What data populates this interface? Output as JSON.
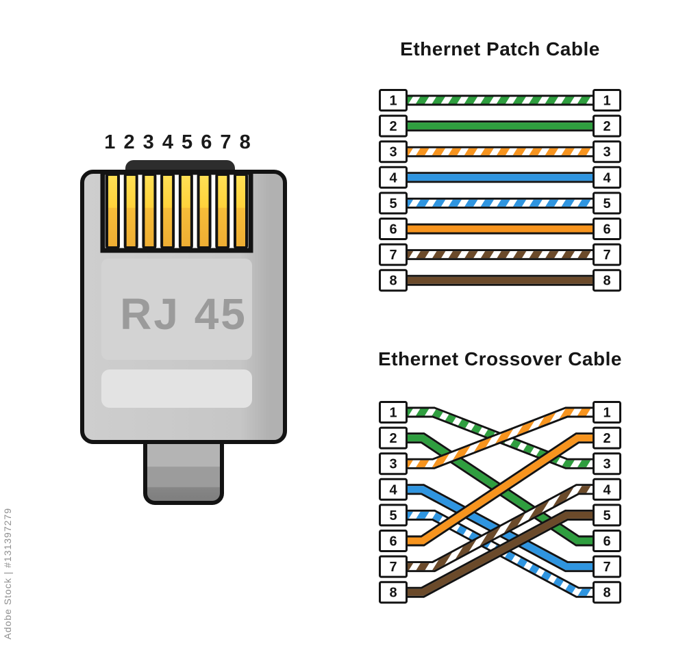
{
  "watermark": {
    "text": "Adobe Stock | #131397279"
  },
  "rj45": {
    "pin_numbers": "1 2 3 4 5 6 7 8",
    "label": "RJ 45"
  },
  "colors": {
    "wire": {
      "green": "#2f9e3f",
      "orange": "#f7941e",
      "blue": "#2f95e0",
      "brown": "#6b4a2a"
    },
    "pin_yellow": "#ffd23b",
    "body_gray": "#c9c9c9",
    "outline": "#131313"
  },
  "patch": {
    "title": "Ethernet Patch Cable",
    "pins": [
      "1",
      "2",
      "3",
      "4",
      "5",
      "6",
      "7",
      "8"
    ],
    "wires": [
      {
        "from": 1,
        "to": 1,
        "color": "green",
        "striped": true
      },
      {
        "from": 2,
        "to": 2,
        "color": "green",
        "striped": false
      },
      {
        "from": 3,
        "to": 3,
        "color": "orange",
        "striped": true
      },
      {
        "from": 4,
        "to": 4,
        "color": "blue",
        "striped": false
      },
      {
        "from": 5,
        "to": 5,
        "color": "blue",
        "striped": true
      },
      {
        "from": 6,
        "to": 6,
        "color": "orange",
        "striped": false
      },
      {
        "from": 7,
        "to": 7,
        "color": "brown",
        "striped": true
      },
      {
        "from": 8,
        "to": 8,
        "color": "brown",
        "striped": false
      }
    ]
  },
  "crossover": {
    "title": "Ethernet Crossover Cable",
    "pins": [
      "1",
      "2",
      "3",
      "4",
      "5",
      "6",
      "7",
      "8"
    ],
    "wires": [
      {
        "from": 1,
        "to": 3,
        "color": "green",
        "striped": true
      },
      {
        "from": 2,
        "to": 6,
        "color": "green",
        "striped": false
      },
      {
        "from": 3,
        "to": 1,
        "color": "orange",
        "striped": true
      },
      {
        "from": 4,
        "to": 7,
        "color": "blue",
        "striped": false
      },
      {
        "from": 5,
        "to": 8,
        "color": "blue",
        "striped": true
      },
      {
        "from": 6,
        "to": 2,
        "color": "orange",
        "striped": false
      },
      {
        "from": 7,
        "to": 4,
        "color": "brown",
        "striped": true
      },
      {
        "from": 8,
        "to": 5,
        "color": "brown",
        "striped": false
      }
    ]
  }
}
